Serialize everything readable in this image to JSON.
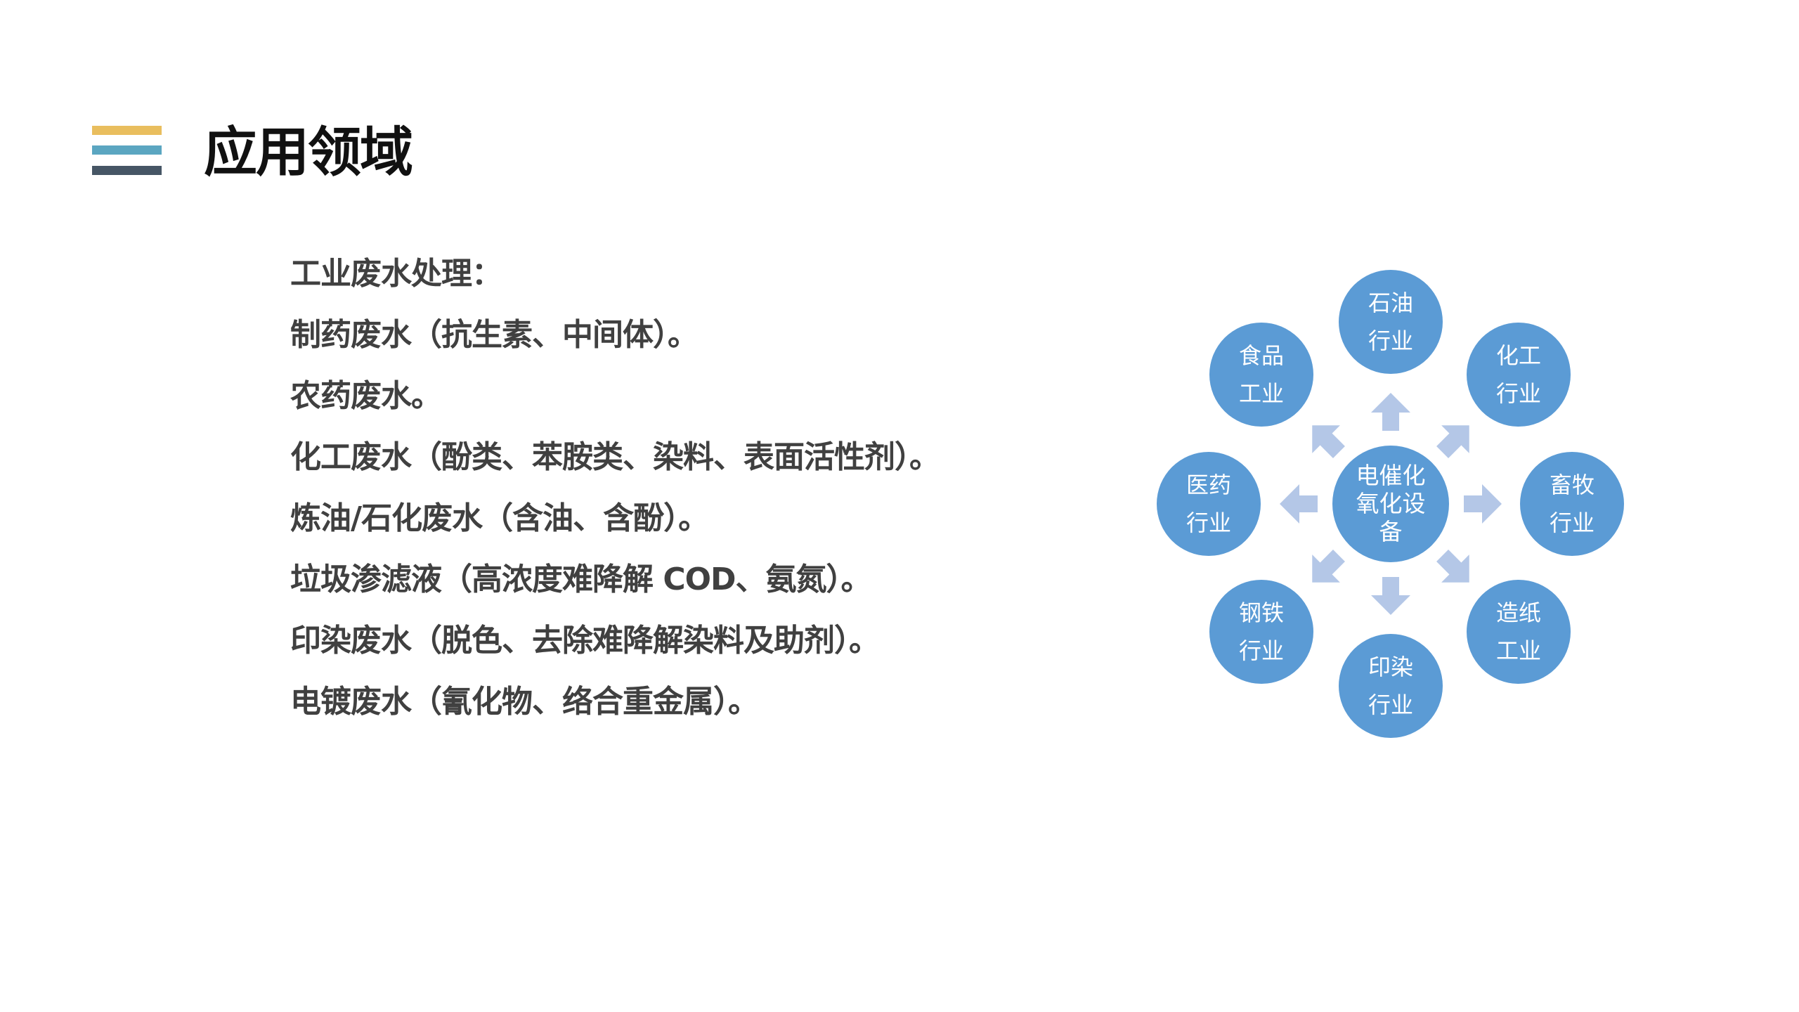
{
  "header": {
    "title": "应用领域"
  },
  "colors": {
    "stripe_top": "#E9BE5E",
    "stripe_mid": "#5BA6C1",
    "stripe_bottom": "#465665",
    "circle": "#5B9BD5",
    "arrow": "#B4C7E7"
  },
  "content": {
    "lines": [
      "工业废水处理：",
      "制药废水（抗生素、中间体）。",
      "农药废水。",
      "化工废水（酚类、苯胺类、染料、表面活性剂）。",
      "炼油/石化废水（含油、含酚）。",
      "垃圾渗滤液（高浓度难降解 COD、氨氮）。",
      "印染废水（脱色、去除难降解染料及助剂）。",
      "电镀废水（氰化物、络合重金属）。"
    ]
  },
  "diagram": {
    "center": "电催化氧化设备",
    "nodes": [
      {
        "line1": "石油",
        "line2": "行业"
      },
      {
        "line1": "化工",
        "line2": "行业"
      },
      {
        "line1": "畜牧",
        "line2": "行业"
      },
      {
        "line1": "造纸",
        "line2": "工业"
      },
      {
        "line1": "印染",
        "line2": "行业"
      },
      {
        "line1": "钢铁",
        "line2": "行业"
      },
      {
        "line1": "医药",
        "line2": "行业"
      },
      {
        "line1": "食品",
        "line2": "工业"
      }
    ]
  }
}
